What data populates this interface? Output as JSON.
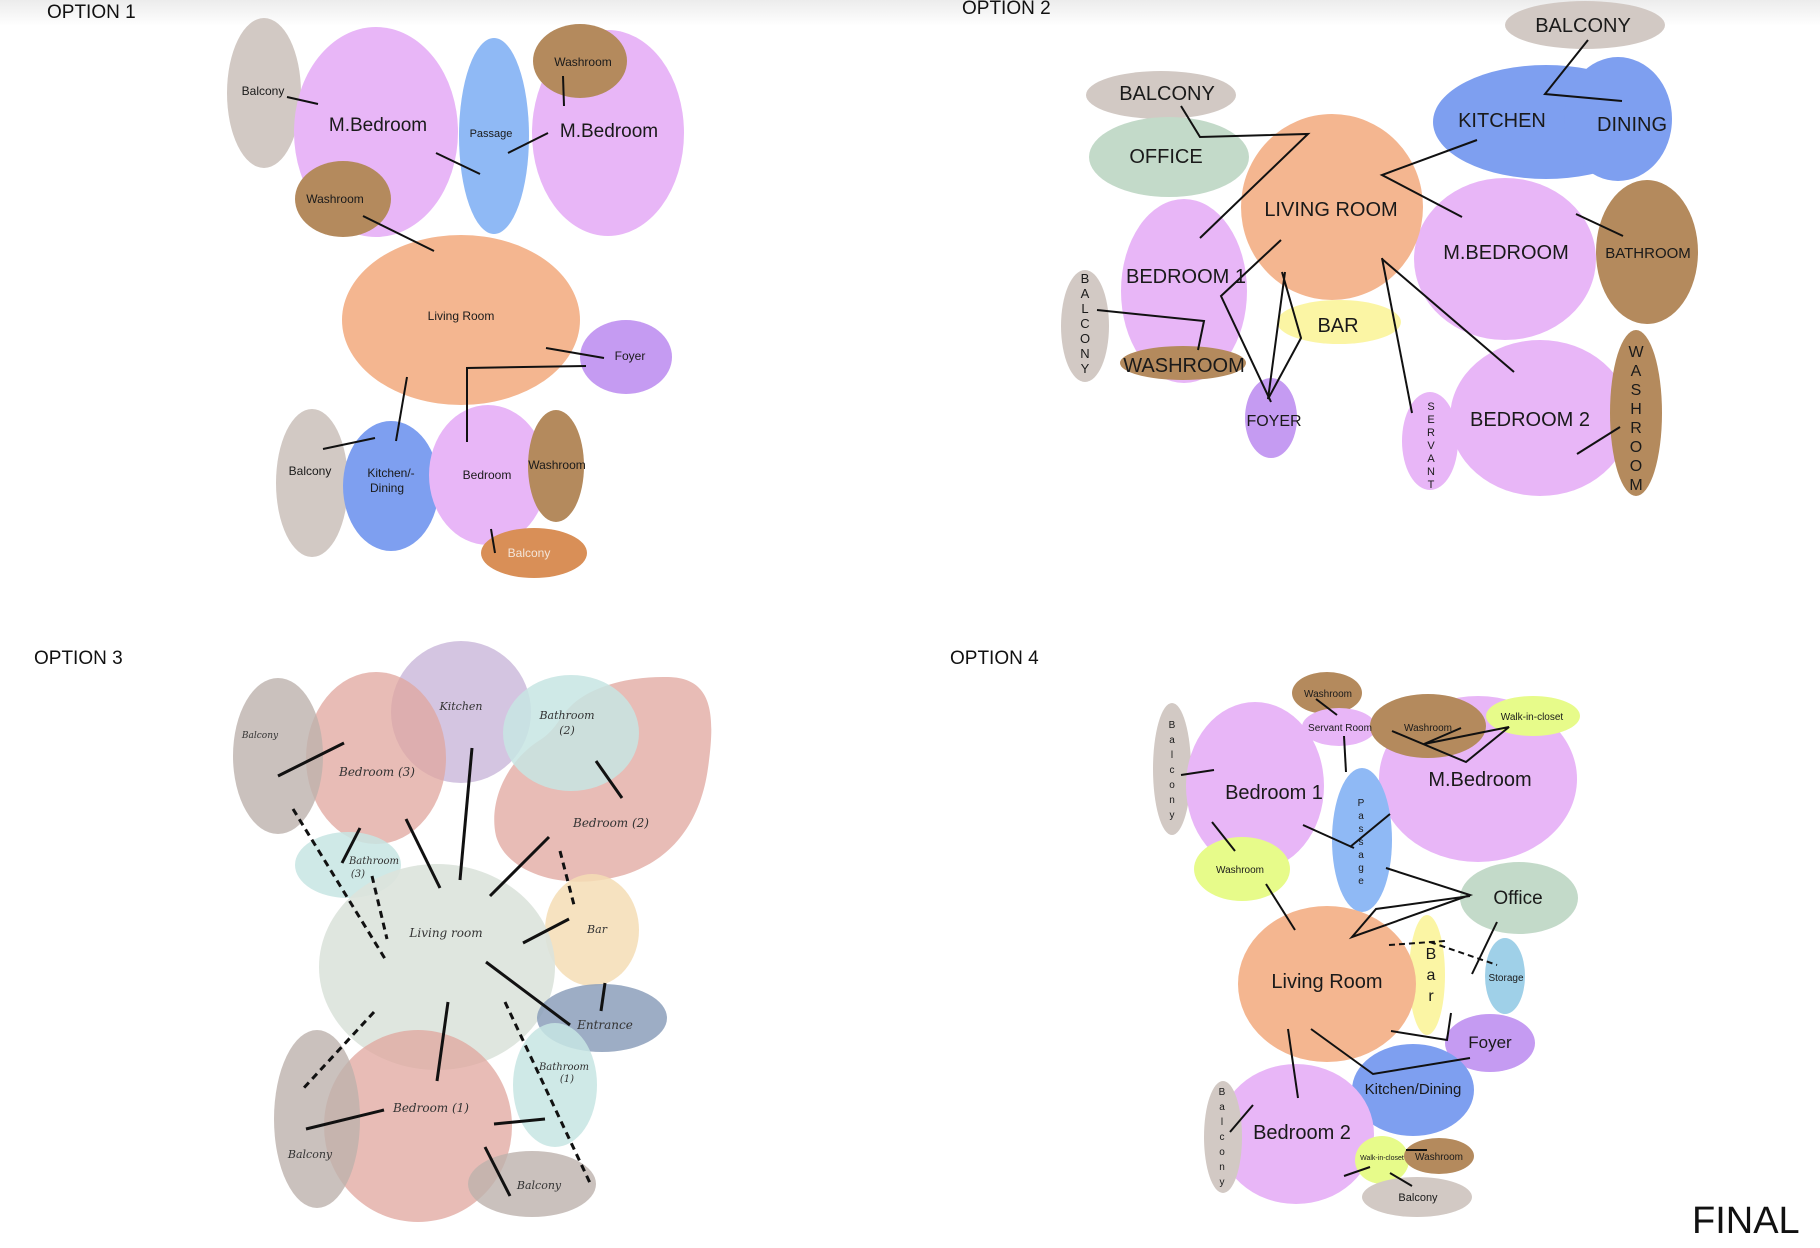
{
  "colors": {
    "bedroom": "#e8b6f7",
    "living": "#f4b690",
    "passage": "#8fb9f5",
    "washroom": "#b48a5d",
    "balcony": "#d2c9c4",
    "foyer": "#c59bf2",
    "kitchen": "#7e9ff0",
    "office": "#c3dac9",
    "bar": "#fbf5a4",
    "lime": "#e7fb8a",
    "storage": "#9fd0e8",
    "orangebalcony": "#d98f57"
  },
  "option1": {
    "title": "OPTION 1",
    "labels": {
      "balcony_top": "Balcony",
      "mbedroom_left": "M.Bedroom",
      "passage": "Passage",
      "washroom_top": "Washroom",
      "mbedroom_right": "M.Bedroom",
      "washroom_left": "Washroom",
      "living": "Living Room",
      "foyer": "Foyer",
      "balcony_bottom": "Balcony",
      "kitchen_l1": "Kitchen/-",
      "kitchen_l2": "Dining",
      "bedroom": "Bedroom",
      "washroom_bottom": "Washroom",
      "balcony_orange": "Balcony"
    }
  },
  "option2": {
    "title": "OPTION 2",
    "labels": {
      "balcony_top": "BALCONY",
      "balcony_left": "BALCONY",
      "office": "OFFICE",
      "kitchen": "KITCHEN",
      "dining": "DINING",
      "living": "LIVING ROOM",
      "mbedroom": "M.BEDROOM",
      "bathroom": "BATHROOM",
      "bedroom1": "BEDROOM 1",
      "bar": "BAR",
      "washroom": "WASHROOM",
      "foyer": "FOYER",
      "bedroom2": "BEDROOM 2",
      "balcony_vertical": [
        "B",
        "A",
        "L",
        "C",
        "O",
        "N",
        "Y"
      ],
      "servant_vertical": [
        "S",
        "E",
        "R",
        "V",
        "A",
        "N",
        "T"
      ],
      "washroom_vertical": [
        "W",
        "A",
        "S",
        "H",
        "R",
        "O",
        "O",
        "M"
      ]
    }
  },
  "option3": {
    "title": "OPTION 3",
    "labels": {
      "balcony_tl": "Balcony",
      "bedroom3": "Bedroom (3)",
      "kitchen": "Kitchen",
      "bathroom2_l1": "Bathroom",
      "bathroom2_l2": "(2)",
      "bedroom2": "Bedroom (2)",
      "bathroom3_l1": "Bathroom",
      "bathroom3_l2": "(3)",
      "living": "Living room",
      "bar": "Bar",
      "entrance": "Entrance",
      "bathroom1_l1": "Bathroom",
      "bathroom1_l2": "(1)",
      "bedroom1": "Bedroom (1)",
      "balcony_bl": "Balcony",
      "balcony_bottom": "Balcony"
    }
  },
  "option4": {
    "title": "OPTION 4",
    "labels": {
      "washroom_top": "Washroom",
      "servant_room": "Servant Room",
      "washroom_mb": "Washroom",
      "walkin_top": "Walk-in-closet",
      "mbedroom": "M.Bedroom",
      "bedroom1": "Bedroom 1",
      "washroom_b1": "Washroom",
      "office": "Office",
      "storage": "Storage",
      "living": "Living Room",
      "foyer": "Foyer",
      "kitchen": "Kitchen/Dining",
      "bedroom2": "Bedroom 2",
      "walkin_bottom": "Walk-in-closet",
      "washroom_b2": "Washroom",
      "balcony_bottom": "Balcony",
      "balcony_v1": [
        "B",
        "a",
        "l",
        "c",
        "o",
        "n",
        "y"
      ],
      "passage_v": [
        "P",
        "a",
        "s",
        "s",
        "a",
        "g",
        "e"
      ],
      "bar_v": [
        "B",
        "a",
        "r"
      ],
      "balcony_v2": [
        "B",
        "a",
        "l",
        "c",
        "o",
        "n",
        "y"
      ]
    }
  },
  "final_label": "FINAL"
}
